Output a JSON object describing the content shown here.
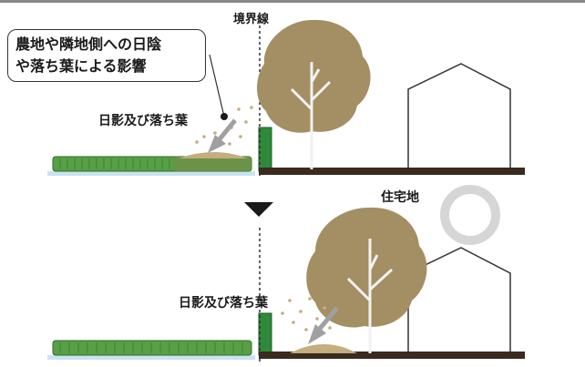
{
  "labels": {
    "boundary": "境界線",
    "callout_line1": "農地や隣地側への日陰",
    "callout_line2": "や落ち葉による影響",
    "shade_leaves_top": "日影及び落ち葉",
    "residential": "住宅地",
    "shade_leaves_bottom": "日影及び落ち葉"
  },
  "icons": {
    "arrow": "down-triangle-icon",
    "sun": "sun-ring-icon"
  },
  "colors": {
    "tree": "#a38f63",
    "trunk": "#f2f2f2",
    "ground": "#3b2a1f",
    "crop": "#58a046",
    "water": "#c8e4f2",
    "leaves": "#c4ad7f",
    "shadow_arrow": "#a0a0a0",
    "sun_ring": "#d6d6d6"
  }
}
